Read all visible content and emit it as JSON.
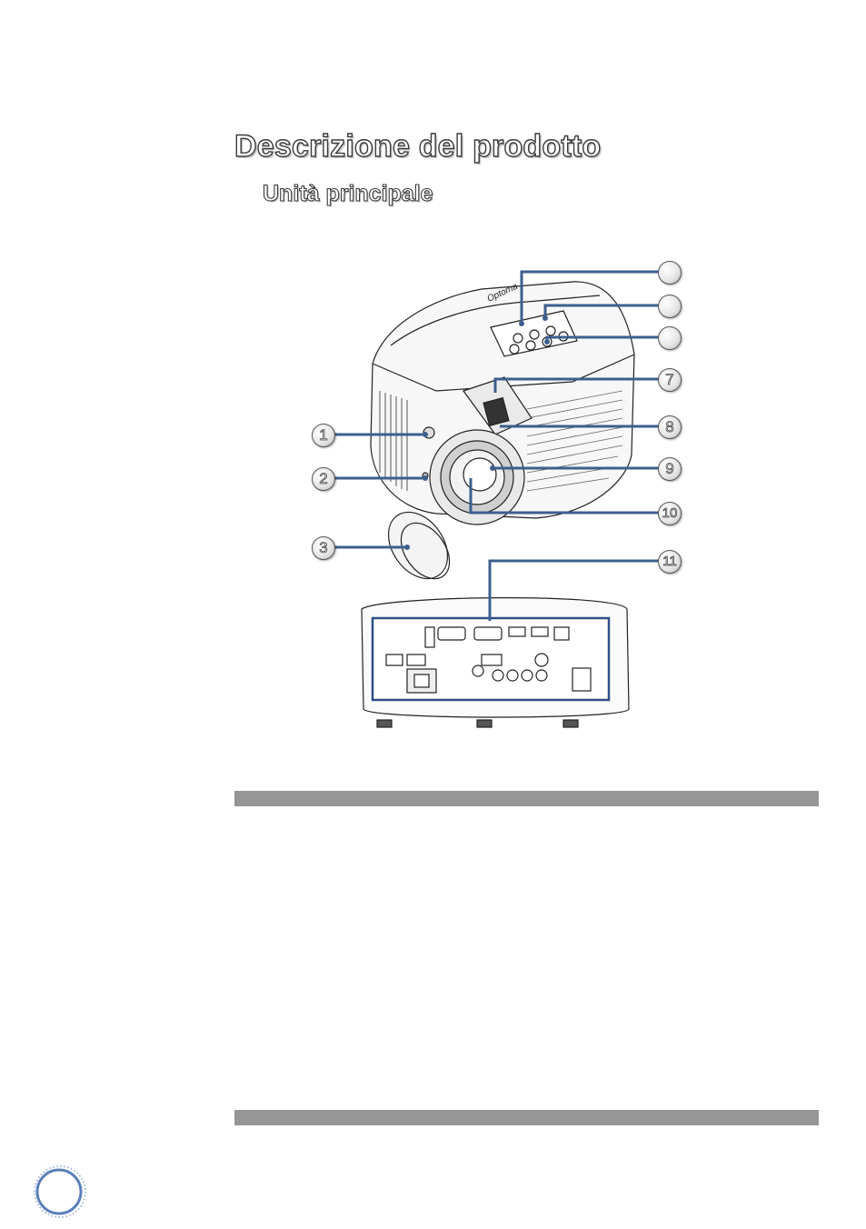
{
  "page": {
    "title": "Descrizione del prodotto",
    "subtitle": "Unità principale"
  },
  "figure": {
    "brand_mark": "Optoma",
    "callouts": [
      "1",
      "2",
      "3",
      "7",
      "8",
      "9",
      "10",
      "11"
    ],
    "blank_callouts": 3
  },
  "colors": {
    "leader_line": "#3d5f8f",
    "section_bar": "#969696",
    "badge_ring": "#5a7fb8"
  }
}
